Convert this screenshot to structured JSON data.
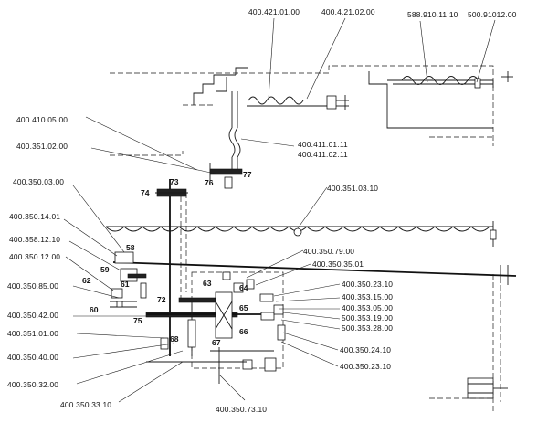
{
  "top_labels": [
    "400.421.01.00",
    "400.4.21.02.00",
    "588.910.11.10",
    "500.91012.00"
  ],
  "left_labels": [
    "400.410.05.00",
    "400.351.02.00",
    "400.350.03.00",
    "400.350.14.01",
    "400.358.12.10",
    "400.350.12.00",
    "400.350.85.00",
    "400.350.42.00",
    "400.351.01.00",
    "400.350.40.00",
    "400.350.32.00",
    "400.350.33.10"
  ],
  "center_labels": [
    "400.411.01.11",
    "400.411.02.11",
    "400.351.03.10",
    "400.350.79.00",
    "400.350.35.01",
    "400.350.73.10"
  ],
  "right_labels": [
    "400.350.23.10",
    "400.353.15.00",
    "400.353.05.00",
    "500.353.19.00",
    "500.353.28.00",
    "400.350.24.10",
    "400.350.23.10"
  ],
  "item_numbers": [
    "73",
    "74",
    "76",
    "77",
    "58",
    "59",
    "61",
    "62",
    "60",
    "75",
    "72",
    "63",
    "64",
    "65",
    "66",
    "67",
    "68"
  ]
}
